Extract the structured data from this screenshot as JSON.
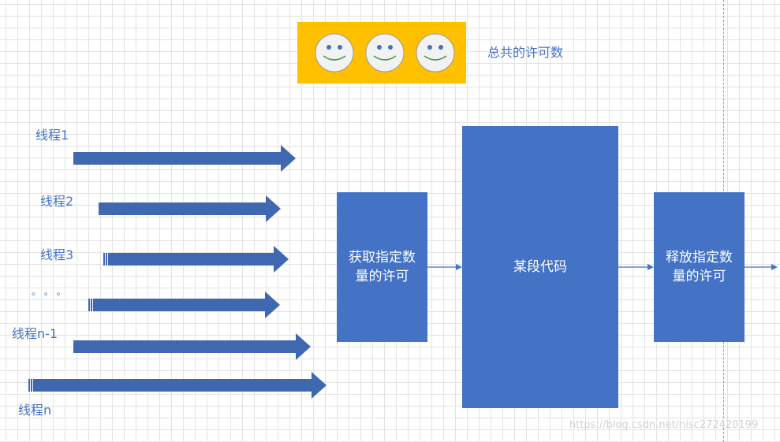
{
  "permits": {
    "label": "总共的许可数",
    "faces": [
      "smiley-face",
      "smiley-face",
      "smiley-face"
    ],
    "bg_color": "#ffc000"
  },
  "threads": [
    {
      "label": "线程1"
    },
    {
      "label": "线程2"
    },
    {
      "label": "线程3"
    },
    {
      "label": "。 。 。"
    },
    {
      "label": "线程n-1"
    },
    {
      "label": "线程n"
    }
  ],
  "steps": {
    "acquire": {
      "line1": "获取指定数",
      "line2": "量的许可"
    },
    "code": {
      "line1": "某段代码"
    },
    "release": {
      "line1": "释放指定数",
      "line2": "量的许可"
    }
  },
  "watermark": "https://blog.csdn.net/nisc272420199",
  "colors": {
    "accent": "#4472c4",
    "arrow": "#3f68b0"
  }
}
